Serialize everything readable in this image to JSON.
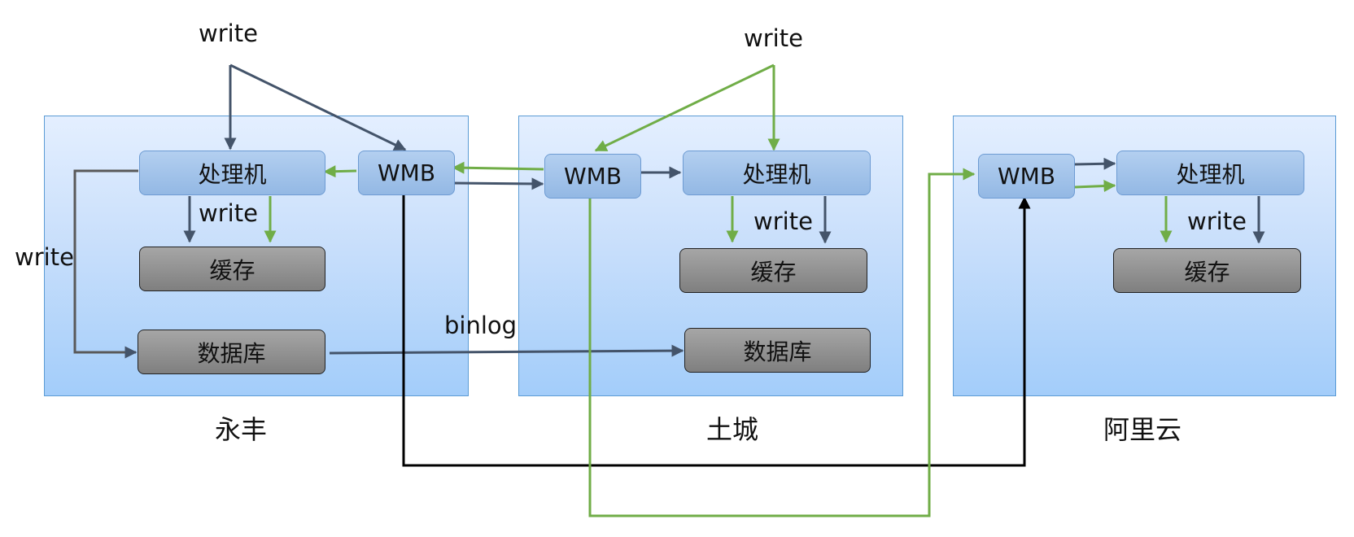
{
  "colors": {
    "dark_arrow": "#44546a",
    "green_arrow": "#70ad47",
    "black_arrow": "#000000",
    "region_border": "#5b9bd5"
  },
  "regions": [
    {
      "label": "永丰",
      "processor": "处理机",
      "wmb": "WMB",
      "cache": "缓存",
      "database": "数据库",
      "write_top": "write",
      "write_inner": "write",
      "write_side": "write"
    },
    {
      "label": "土城",
      "processor": "处理机",
      "wmb": "WMB",
      "cache": "缓存",
      "database": "数据库",
      "write_top": "write",
      "write_inner": "write"
    },
    {
      "label": "阿里云",
      "processor": "处理机",
      "wmb": "WMB",
      "cache": "缓存",
      "write_inner": "write"
    }
  ],
  "binlog_label": "binlog"
}
